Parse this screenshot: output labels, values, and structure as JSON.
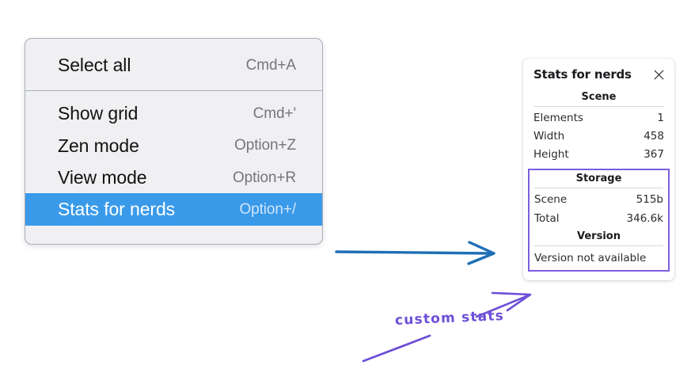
{
  "context_menu": {
    "name": "canvas-context-menu",
    "sections": [
      {
        "items": [
          {
            "label": "Select all",
            "shortcut": "Cmd+A",
            "selected": false
          }
        ]
      },
      {
        "items": [
          {
            "label": "Show grid",
            "shortcut": "Cmd+'",
            "selected": false
          },
          {
            "label": "Zen mode",
            "shortcut": "Option+Z",
            "selected": false
          },
          {
            "label": "View mode",
            "shortcut": "Option+R",
            "selected": false
          },
          {
            "label": "Stats for nerds",
            "shortcut": "Option+/",
            "selected": true
          }
        ]
      }
    ]
  },
  "stats_panel": {
    "title": "Stats for nerds",
    "close_icon": "close-icon",
    "sections": [
      {
        "heading": "Scene",
        "rows": [
          {
            "key": "Elements",
            "value": "1"
          },
          {
            "key": "Width",
            "value": "458"
          },
          {
            "key": "Height",
            "value": "367"
          }
        ]
      },
      {
        "heading": "Storage",
        "rows": [
          {
            "key": "Scene",
            "value": "515b"
          },
          {
            "key": "Total",
            "value": "346.6k"
          }
        ]
      },
      {
        "heading": "Version",
        "note": "Version not available"
      }
    ]
  },
  "annotations": {
    "custom_stats_label": "custom stats",
    "arrow_blue_color": "#1f6fb5",
    "arrow_purple_color": "#6d4fd8",
    "highlight_box_color": "#7b5de0",
    "selected_row_color": "#3a9aea"
  }
}
